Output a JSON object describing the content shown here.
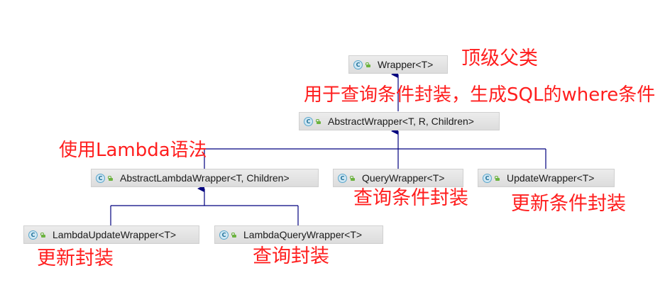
{
  "icon_letter": "C",
  "colors": {
    "line": "#00007f",
    "note_text": "#ff1e1e",
    "node_bg": "#e3e3e3",
    "icon_fill": "#cfe7f3",
    "icon_border": "#5aa6cc",
    "public_icon": "#6cb33f"
  },
  "icons": {
    "class": "class-icon",
    "public": "public-access-icon"
  },
  "nodes": {
    "wrapper": "Wrapper<T>",
    "abstract_wrapper": "AbstractWrapper<T, R, Children>",
    "abstract_lambda_wrapper": "AbstractLambdaWrapper<T, Children>",
    "query_wrapper": "QueryWrapper<T>",
    "update_wrapper": "UpdateWrapper<T>",
    "lambda_update_wrapper": "LambdaUpdateWrapper<T>",
    "lambda_query_wrapper": "LambdaQueryWrapper<T>"
  },
  "annotations": {
    "top_parent": "顶级父类",
    "condition_wrapper": "用于查询条件封装，生成SQL的where条件",
    "lambda_syntax": "使用Lambda语法",
    "query_condition": "查询条件封装",
    "update_condition": "更新条件封装",
    "update_wrap": "更新封装",
    "query_wrap": "查询封装"
  }
}
